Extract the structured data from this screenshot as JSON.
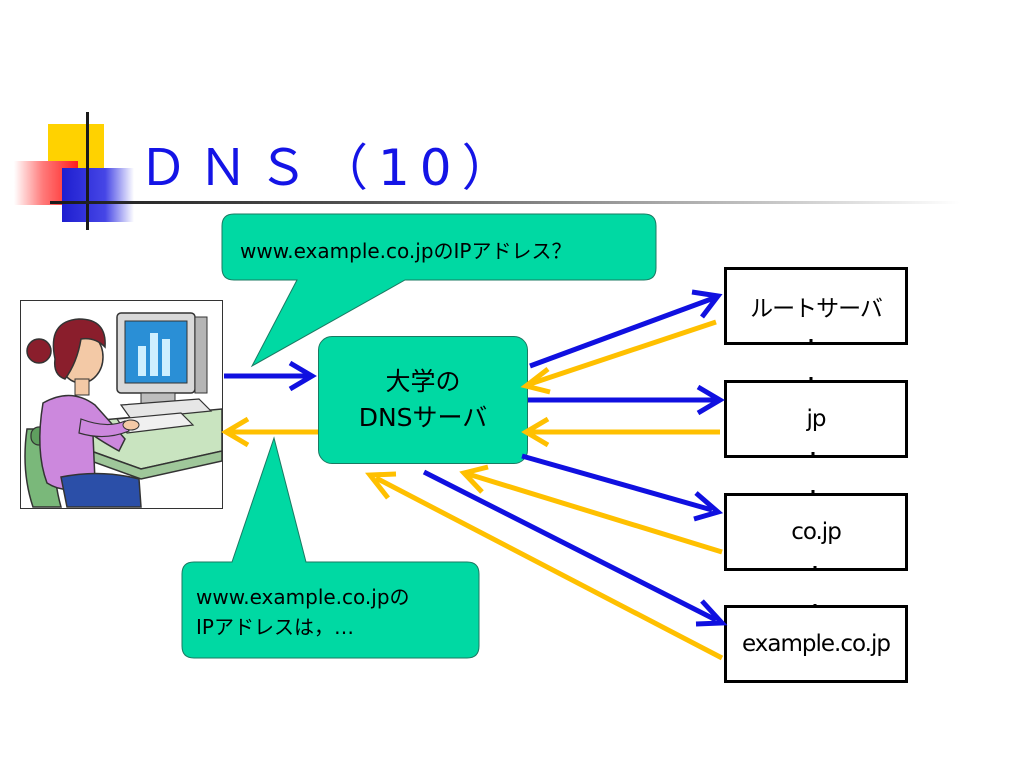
{
  "title": "ＤＮＳ（10）",
  "query_bubble": {
    "text": "www.example.co.jpのIPアドレス？"
  },
  "answer_bubble": {
    "line1": "www.example.co.jpの",
    "line2": "IPアドレスは，…"
  },
  "dns_server": {
    "line1": "大学の",
    "line2": "DNSサーバ"
  },
  "servers": [
    {
      "label": "ルートサーバ"
    },
    {
      "label": "jp"
    },
    {
      "label": "co.jp"
    },
    {
      "label": "example.co.jp"
    }
  ],
  "colors": {
    "title": "#1414e6",
    "query_arrow": "#1010e0",
    "answer_arrow": "#ffc000",
    "bubble_fill": "#00d9a3"
  },
  "icons": {
    "user": "person-at-computer-icon"
  }
}
